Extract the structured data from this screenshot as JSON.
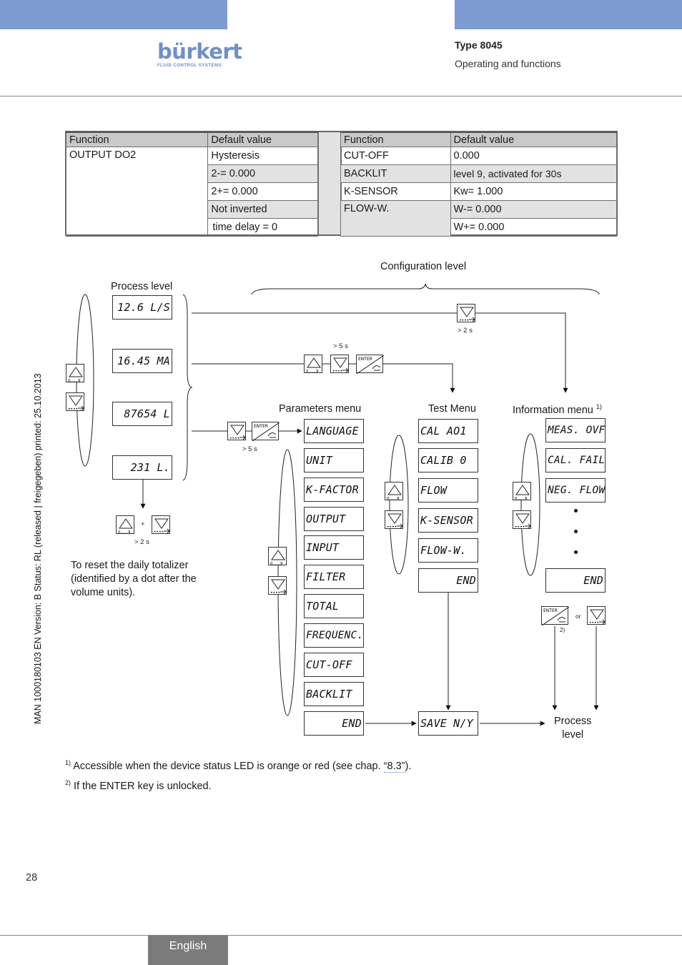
{
  "header": {
    "brand": "bürkert",
    "brand_tagline": "FLUID CONTROL SYSTEMS",
    "type": "Type 8045",
    "subtitle": "Operating and functions",
    "brand_color": "#7c9bd0"
  },
  "table_left": {
    "col1": "Function",
    "col2": "Default value",
    "function": "OUTPUT DO2",
    "values": [
      "Hysteresis",
      "2-=  0.000",
      "2+=  0.000",
      "Not inverted",
      "time delay = 0"
    ]
  },
  "table_right": {
    "col1": "Function",
    "col2": "Default value",
    "rows": [
      [
        "CUT-OFF",
        "0.000"
      ],
      [
        "BACKLIT",
        "level 9, activated for 30s"
      ],
      [
        "K-SENSOR",
        "Kw= 1.000"
      ],
      [
        "FLOW-W.",
        "W-=  0.000"
      ],
      [
        "",
        "W+=  0.000"
      ]
    ]
  },
  "diagram": {
    "process_level": "Process level",
    "configuration_level": "Configuration level",
    "process_displays": [
      "12.6 L/S",
      "16.45 MA",
      "87654 L",
      "231 L."
    ],
    "time_2s": "> 2 s",
    "time_5s": "> 5 s",
    "plus": "+",
    "or": "or",
    "enter": "ENTER",
    "key_digits": "0......9",
    "parameters_menu": "Parameters menu",
    "test_menu": "Test Menu",
    "information_menu": "Information menu",
    "info_footnote_mark": "1)",
    "enter_footnote_mark": "2)",
    "parameters_items": [
      "LANGUAGE",
      "UNIT",
      "K-FACTOR",
      "OUTPUT",
      "INPUT",
      "FILTER",
      "TOTAL",
      "FREQUENC.",
      "CUT-OFF",
      "BACKLIT",
      "END"
    ],
    "test_items": [
      "CAL AO1",
      "CALIB 0",
      "FLOW",
      "K-SENSOR",
      "FLOW-W.",
      "END"
    ],
    "info_items": [
      "MEAS. OVF",
      "CAL. FAIL",
      "NEG. FLOW",
      "END"
    ],
    "save_box": "SAVE N/Y",
    "process_return_1": "Process",
    "process_return_2": "level",
    "reset_note": [
      "To reset the daily totalizer",
      "(identified by a dot after the",
      "volume units)."
    ]
  },
  "footnotes": {
    "f1_mark": "1)",
    "f1_text": " Accessible when the device status LED is orange or red (see chap. ",
    "f1_link": "“8.3”",
    "f1_end": ").",
    "f2_mark": "2)",
    "f2_text": " If the ENTER key is unlocked."
  },
  "sidebar_text": "MAN  1000180103  EN  Version: B  Status: RL (released | freigegeben)  printed: 25.10.2013",
  "page_number": "28",
  "language_tab": "English"
}
